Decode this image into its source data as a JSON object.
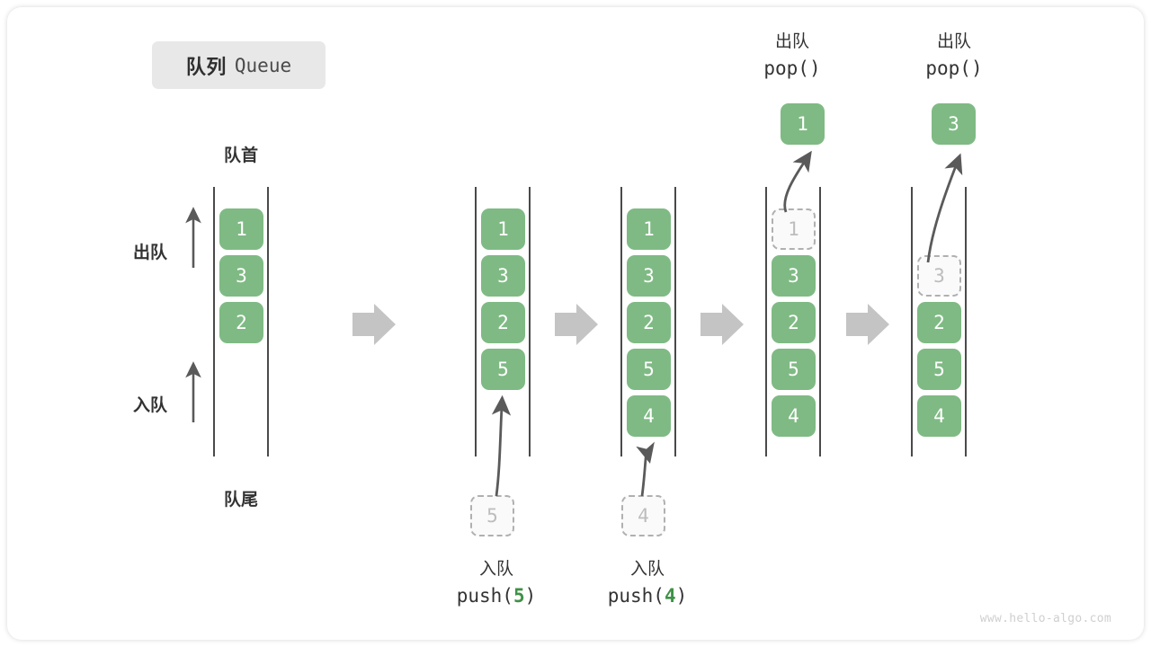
{
  "title": {
    "cn": "队列",
    "en": "Queue"
  },
  "labels": {
    "front": "队首",
    "rear": "队尾",
    "dequeue": "出队",
    "enqueue": "入队"
  },
  "watermark": "www.hello-algo.com",
  "colors": {
    "element_green": "#7fba84",
    "ghost_gray": "#b0b0b0",
    "rail_gray": "#4a4a4a",
    "step_arrow": "#c4c4c4",
    "badge_bg": "#e8e8e8",
    "code_number_green": "#3f9147"
  },
  "columns": [
    {
      "name": "initial-queue",
      "elements": [
        "1",
        "3",
        "2"
      ],
      "ghost": null,
      "pop_result": null,
      "caption": null
    },
    {
      "name": "after-push-5",
      "elements": [
        "1",
        "3",
        "2",
        "5"
      ],
      "ghost": null,
      "pop_result": null,
      "caption": {
        "cn": "入队",
        "code_prefix": "push(",
        "code_num": "5",
        "code_suffix": ")"
      },
      "incoming": "5"
    },
    {
      "name": "after-push-4",
      "elements": [
        "1",
        "3",
        "2",
        "5",
        "4"
      ],
      "ghost": null,
      "pop_result": null,
      "caption": {
        "cn": "入队",
        "code_prefix": "push(",
        "code_num": "4",
        "code_suffix": ")"
      },
      "incoming": "4"
    },
    {
      "name": "after-pop-1",
      "elements": [
        "3",
        "2",
        "5",
        "4"
      ],
      "ghost": {
        "value": "1",
        "slot": 0
      },
      "pop_result": "1",
      "caption": {
        "cn": "出队",
        "code_prefix": "pop(",
        "code_num": "",
        "code_suffix": ")"
      }
    },
    {
      "name": "after-pop-3",
      "elements": [
        "2",
        "5",
        "4"
      ],
      "ghost": {
        "value": "3",
        "slot": 1
      },
      "pop_result": "3",
      "caption": {
        "cn": "出队",
        "code_prefix": "pop(",
        "code_num": "",
        "code_suffix": ")"
      }
    }
  ]
}
